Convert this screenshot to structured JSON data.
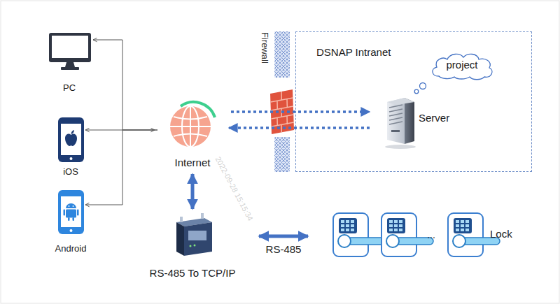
{
  "diagram": {
    "nodes": [
      {
        "text": [
          "PC"
        ]
      },
      {
        "text": [
          "iOS"
        ]
      },
      {
        "text": [
          "Android"
        ]
      },
      {
        "text": [
          "Internet"
        ]
      },
      {
        "text": [
          "DSNAP Intranet"
        ]
      },
      {
        "text": [
          "Server"
        ],
        "in": 4
      },
      {
        "text": [
          "project"
        ],
        "in": 4
      },
      {
        "text": [
          "RS-485 To TCP/IP"
        ]
      },
      {
        "text": [
          "...",
          "Lock"
        ]
      }
    ],
    "edges": [
      {
        "from": 3,
        "to": 0,
        "arrow": "to"
      },
      {
        "from": 3,
        "to": 1,
        "arrow": "both"
      },
      {
        "from": 3,
        "to": 2,
        "arrow": "to"
      },
      {
        "from": 3,
        "to": 5,
        "arrow": "to"
      },
      {
        "from": 5,
        "to": 3,
        "arrow": "to"
      },
      {
        "from": 3,
        "to": 7,
        "arrow": "both"
      },
      {
        "from": 7,
        "to": 8,
        "arrow": "both",
        "label": "RS-485"
      }
    ],
    "labels": [
      "Firewall",
      "2022-09-28 15:15:34"
    ]
  }
}
